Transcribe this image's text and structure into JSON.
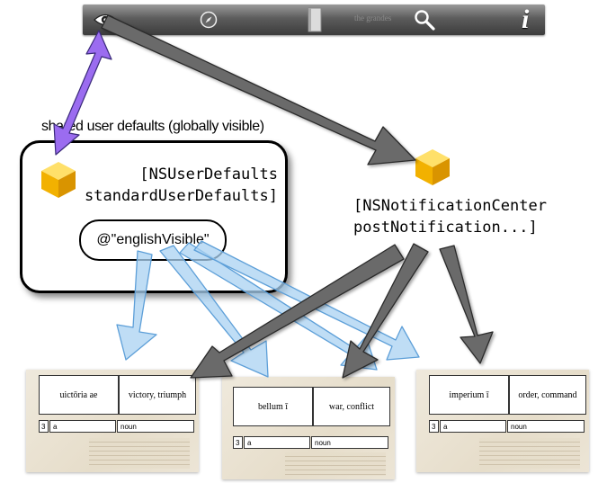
{
  "toolbar": {
    "icons": [
      "eye-icon",
      "compass-icon",
      "book-icon",
      "search-icon",
      "info-icon"
    ],
    "small_text": "the grandes",
    "info_label": "i"
  },
  "defaults": {
    "label": "shared user defaults (globally visible)",
    "code_line1": "[NSUserDefaults",
    "code_line2": "standardUserDefaults]",
    "key": "@\"englishVisible\""
  },
  "notification": {
    "code_line1": "[NSNotificationCenter",
    "code_line2": "postNotification...]"
  },
  "colors": {
    "sync_arrow": "#9b6cf0",
    "notify_arrow": "#5a5a5a",
    "binding_arrow": "#a9d1f2",
    "object_icon": "#f3b300"
  },
  "cards": [
    {
      "latin": "uictōria ae",
      "english": "victory, triumph",
      "count": "3",
      "letter": "a",
      "pos": "noun"
    },
    {
      "latin": "bellum ī",
      "english": "war, conflict",
      "count": "3",
      "letter": "a",
      "pos": "noun"
    },
    {
      "latin": "imperium ī",
      "english": "order, command",
      "count": "3",
      "letter": "a",
      "pos": "noun"
    }
  ]
}
